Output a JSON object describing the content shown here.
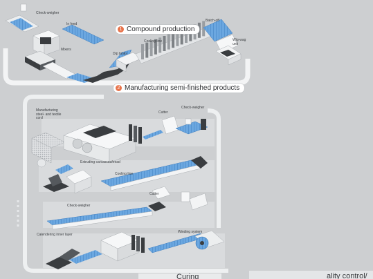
{
  "sections": {
    "compound": {
      "number": "1",
      "title": "Compound production"
    },
    "semi": {
      "number": "2",
      "title": "Manufacturing semi-finished products"
    },
    "curing": {
      "title": "Curing"
    },
    "quality": {
      "title": "ality control/"
    }
  },
  "labels": {
    "check_weigher_top": "Check-weigher",
    "in_feed": "In feed",
    "mixers": "Mixers",
    "dip_tanks": "Dip tanks",
    "cooling_line_top": "Cooling line",
    "batch_off": "Batch-off",
    "wig_wag_unit": "Wig-wag unit",
    "mfg_cord": "Manufacturing steel- and textile cord",
    "cutter_1": "Cutter",
    "check_weigher_1": "Check-weigher",
    "extruding": "Extruding carcasses/tread",
    "cooling_line_mid": "Cooling line",
    "check_weigher_2": "Check-weigher",
    "cutter_2": "Cutter",
    "calendering": "Calendering inner layer",
    "winding_system": "Winding system"
  },
  "colors": {
    "belt_blue": "#6ba7e0",
    "accent_orange": "#e8734a",
    "machine_dark": "#3a3d40",
    "background": "#cdcfd1"
  }
}
